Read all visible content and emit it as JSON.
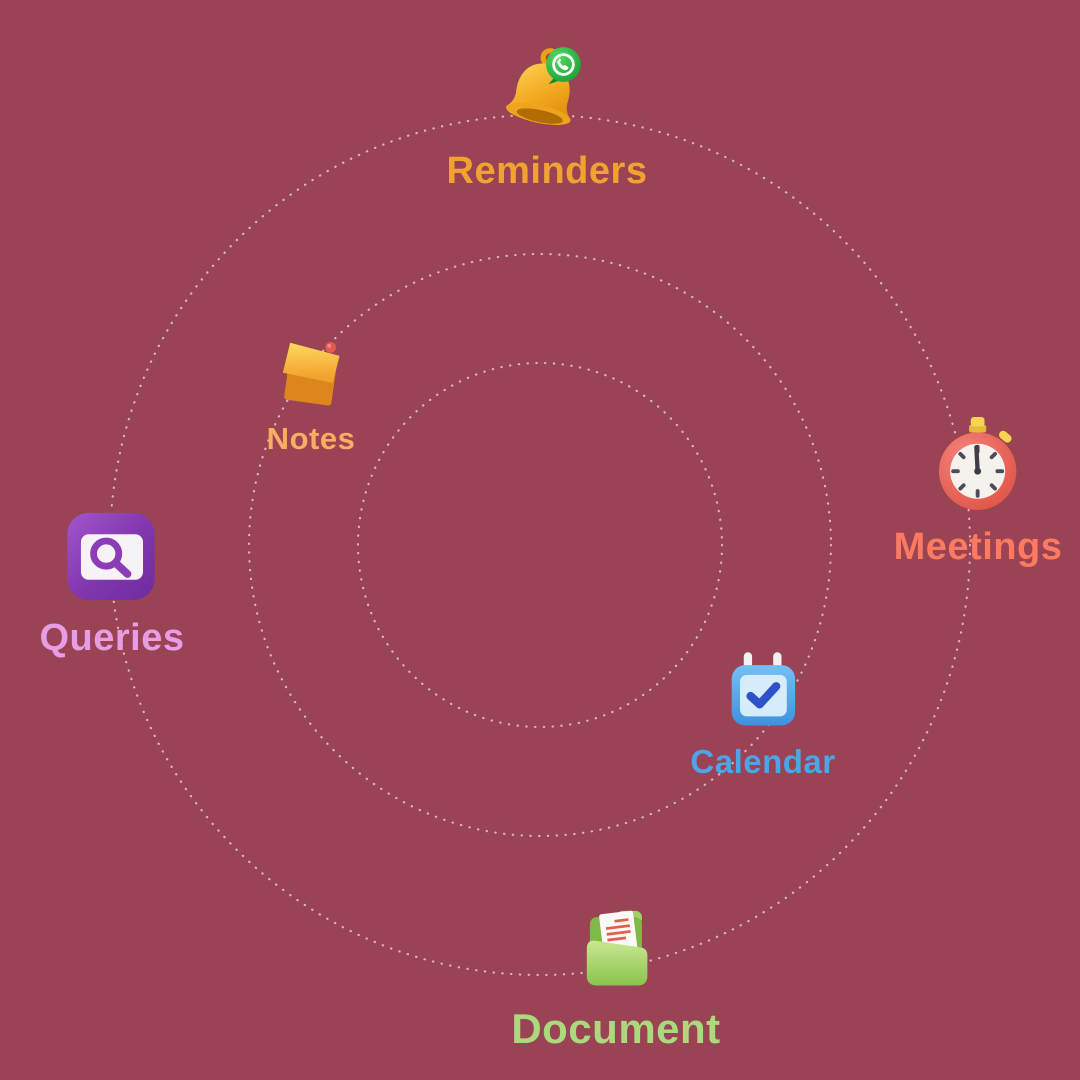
{
  "page": {
    "background_color": "#9A4354",
    "orbit_dot_color": "rgba(255,255,255,0.62)"
  },
  "orbit_items": [
    {
      "label": "Reminders",
      "color": "#F2A233",
      "icon": "bell-whatsapp-icon"
    },
    {
      "label": "Notes",
      "color": "#F9AD63",
      "icon": "sticky-note-icon"
    },
    {
      "label": "Meetings",
      "color": "#FC7A60",
      "icon": "stopwatch-icon"
    },
    {
      "label": "Queries",
      "color": "#E79CE3",
      "icon": "magnifier-app-icon"
    },
    {
      "label": "Calendar",
      "color": "#4BA5E9",
      "icon": "calendar-check-icon"
    },
    {
      "label": "Document",
      "color": "#ABD97E",
      "icon": "folder-document-icon"
    }
  ]
}
